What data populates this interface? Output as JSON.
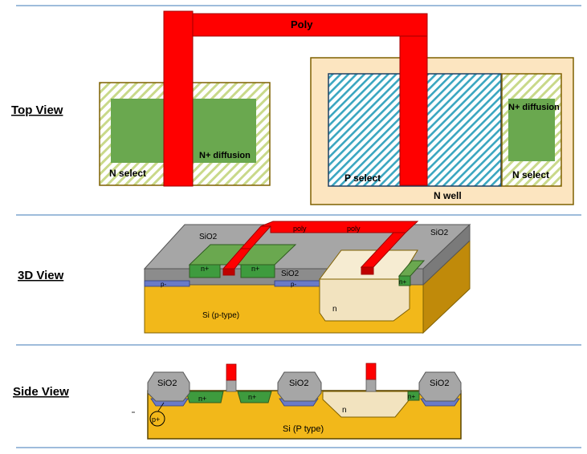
{
  "sections": {
    "top": "Top View",
    "three_d": "3D View",
    "side": "Side View"
  },
  "top_view": {
    "poly": "Poly",
    "n_diff_left": "N+ diffusion",
    "n_select_left": "N select",
    "p_select": "P select",
    "n_diff_right": "N+ diffusion",
    "n_select_right": "N select",
    "n_well": "N well"
  },
  "view_3d": {
    "sio2_left": "SiO2",
    "sio2_mid": "SiO2",
    "sio2_right": "SiO2",
    "poly_a": "poly",
    "poly_b": "poly",
    "n_plus_a": "n+",
    "n_plus_b": "n+",
    "n_plus_c": "n+",
    "p_minus_a": "p-",
    "p_minus_b": "p-",
    "n_region": "n",
    "substrate": "Si (p-type)"
  },
  "side_view": {
    "sio2_a": "SiO2",
    "sio2_b": "SiO2",
    "sio2_c": "SiO2",
    "n_plus_a": "n+",
    "n_plus_b": "n+",
    "n_plus_c": "n+",
    "p_plus": "p+",
    "n_region": "n",
    "substrate": "Si (P type)"
  },
  "colors": {
    "poly": "#ff0000",
    "n_diffusion": "#6aa84f",
    "n_select_hatch": "#c9d98a",
    "p_select_hatch": "#3aa6c0",
    "n_well": "#fce5c0",
    "oxide": "#a6a6a6",
    "substrate": "#f2b81a",
    "n_region": "#f2e3bf",
    "p_minus": "#6a7bc7",
    "divider": "#7ea6cf"
  }
}
